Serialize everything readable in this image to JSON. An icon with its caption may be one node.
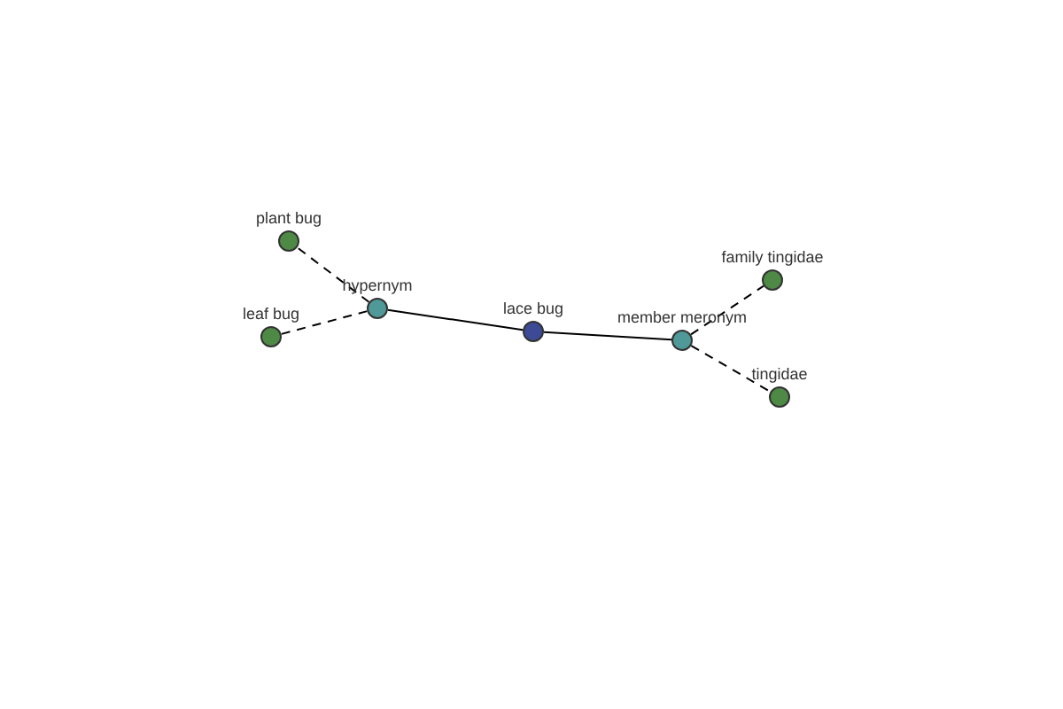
{
  "diagram": {
    "nodes": [
      {
        "text": [
          "plant bug"
        ]
      },
      {
        "text": [
          "hypernym"
        ]
      },
      {
        "text": [
          "leaf bug"
        ]
      },
      {
        "text": [
          "lace bug"
        ]
      },
      {
        "text": [
          "family tingidae"
        ]
      },
      {
        "text": [
          "member meronym"
        ]
      },
      {
        "text": [
          "tingidae"
        ]
      }
    ],
    "edges": [
      {
        "from": 1,
        "to": 0,
        "arrow": "none",
        "style": "dashed"
      },
      {
        "from": 1,
        "to": 2,
        "arrow": "none",
        "style": "dashed"
      },
      {
        "from": 3,
        "to": 1,
        "arrow": "none"
      },
      {
        "from": 3,
        "to": 5,
        "arrow": "none"
      },
      {
        "from": 5,
        "to": 4,
        "arrow": "none",
        "style": "dashed"
      },
      {
        "from": 5,
        "to": 6,
        "arrow": "none",
        "style": "dashed"
      }
    ]
  }
}
